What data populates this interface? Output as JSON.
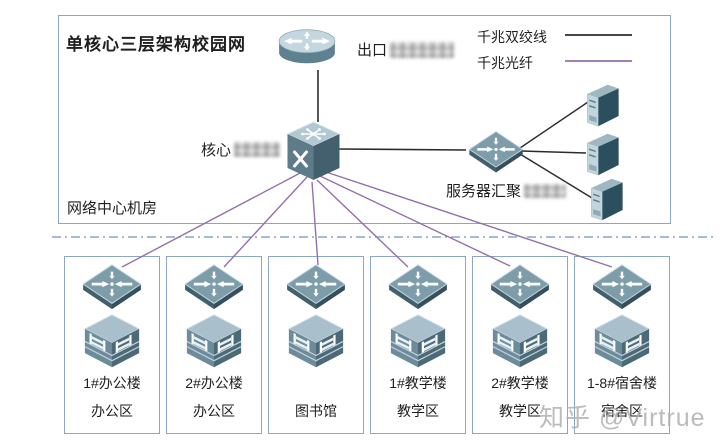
{
  "diagram": {
    "title": "单核心三层架构校园网",
    "room_label": "网络中心机房",
    "legend": {
      "twisted_pair_label": "千兆双绞线",
      "fiber_label": "千兆光纤"
    },
    "nodes": {
      "exit_router_label": "出口",
      "core_switch_label": "核心",
      "server_agg_label": "服务器汇聚"
    },
    "buildings": [
      {
        "building": "1#办公楼",
        "zone": "办公区"
      },
      {
        "building": "2#办公楼",
        "zone": "办公区"
      },
      {
        "building": "",
        "zone": "图书馆"
      },
      {
        "building": "1#教学楼",
        "zone": "教学区"
      },
      {
        "building": "2#教学楼",
        "zone": "教学区"
      },
      {
        "building": "1-8#宿舍楼",
        "zone": "宿舍区"
      }
    ],
    "watermark": "知乎 @Virtrue"
  },
  "colors": {
    "twisted_pair_line": "#2b2b2b",
    "fiber_line": "#9270ae",
    "divider_line": "#6f94bd",
    "frame_border": "#8ba6c6"
  }
}
